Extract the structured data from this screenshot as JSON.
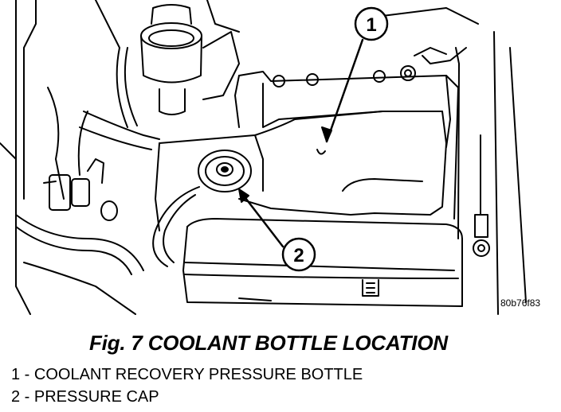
{
  "figure": {
    "code": "80b76f83",
    "callouts": [
      {
        "number": "1"
      },
      {
        "number": "2"
      }
    ]
  },
  "caption": "Fig. 7 COOLANT BOTTLE LOCATION",
  "legend": [
    "1 - COOLANT RECOVERY PRESSURE BOTTLE",
    "2 - PRESSURE CAP"
  ]
}
